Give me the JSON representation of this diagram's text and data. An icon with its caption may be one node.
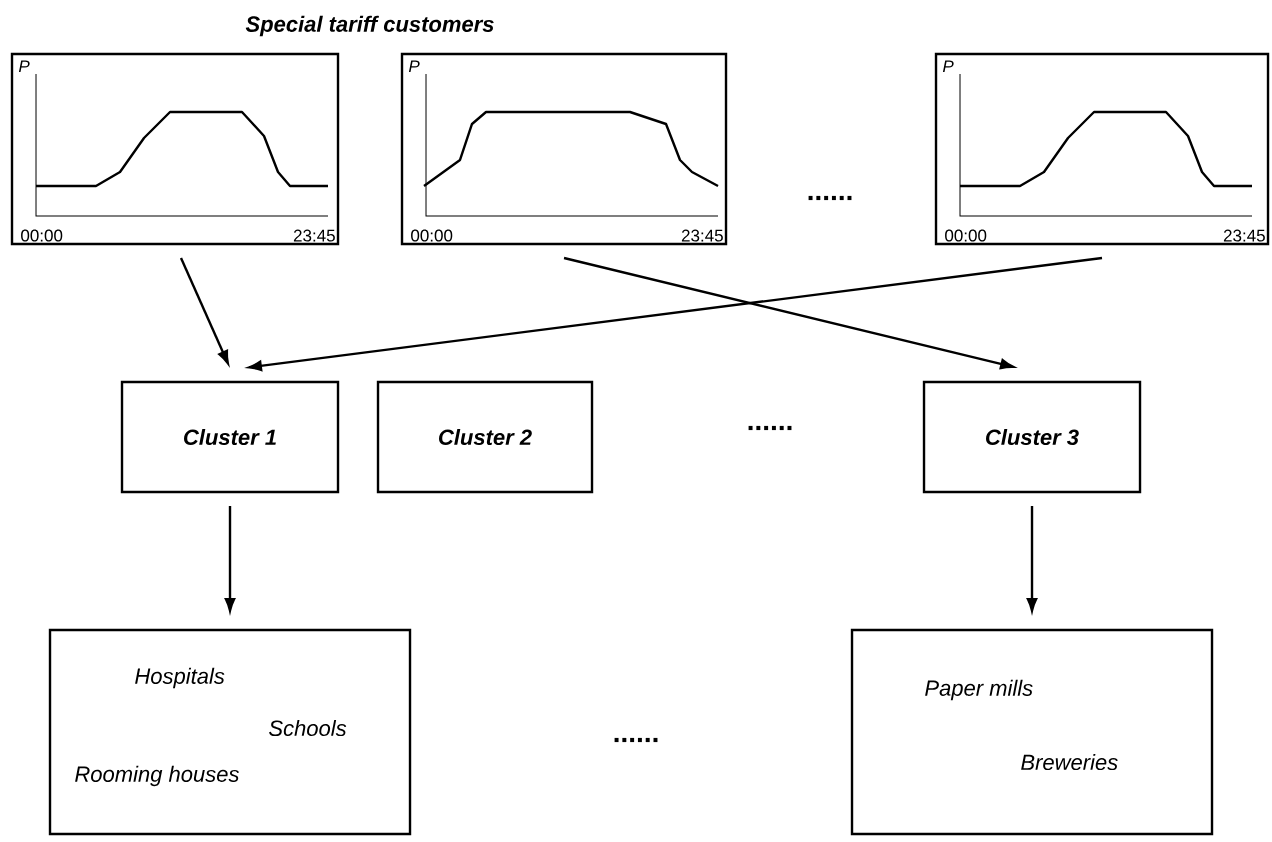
{
  "diagram": {
    "title": "Special tariff customers",
    "nodes": [
      {
        "text": [
          "P",
          "00:00",
          "23:45"
        ]
      },
      {
        "text": [
          "P",
          "00:00",
          "23:45"
        ]
      },
      {
        "text": [
          "P",
          "00:00",
          "23:45"
        ]
      },
      {
        "text": [
          "Cluster 1"
        ]
      },
      {
        "text": [
          "Cluster 2"
        ]
      },
      {
        "text": [
          "Cluster 3"
        ]
      },
      {
        "text": [
          "Hospitals",
          "Schools",
          "Rooming houses"
        ]
      },
      {
        "text": [
          "Paper mills",
          "Breweries"
        ]
      }
    ],
    "edges": [
      {
        "from": 0,
        "to": 3,
        "arrow": "to"
      },
      {
        "from": 2,
        "to": 3,
        "arrow": "to"
      },
      {
        "from": 1,
        "to": 5,
        "arrow": "to"
      },
      {
        "from": 3,
        "to": 6,
        "arrow": "to"
      },
      {
        "from": 5,
        "to": 7,
        "arrow": "to"
      }
    ],
    "labels": [
      "......",
      "......",
      "......"
    ]
  }
}
